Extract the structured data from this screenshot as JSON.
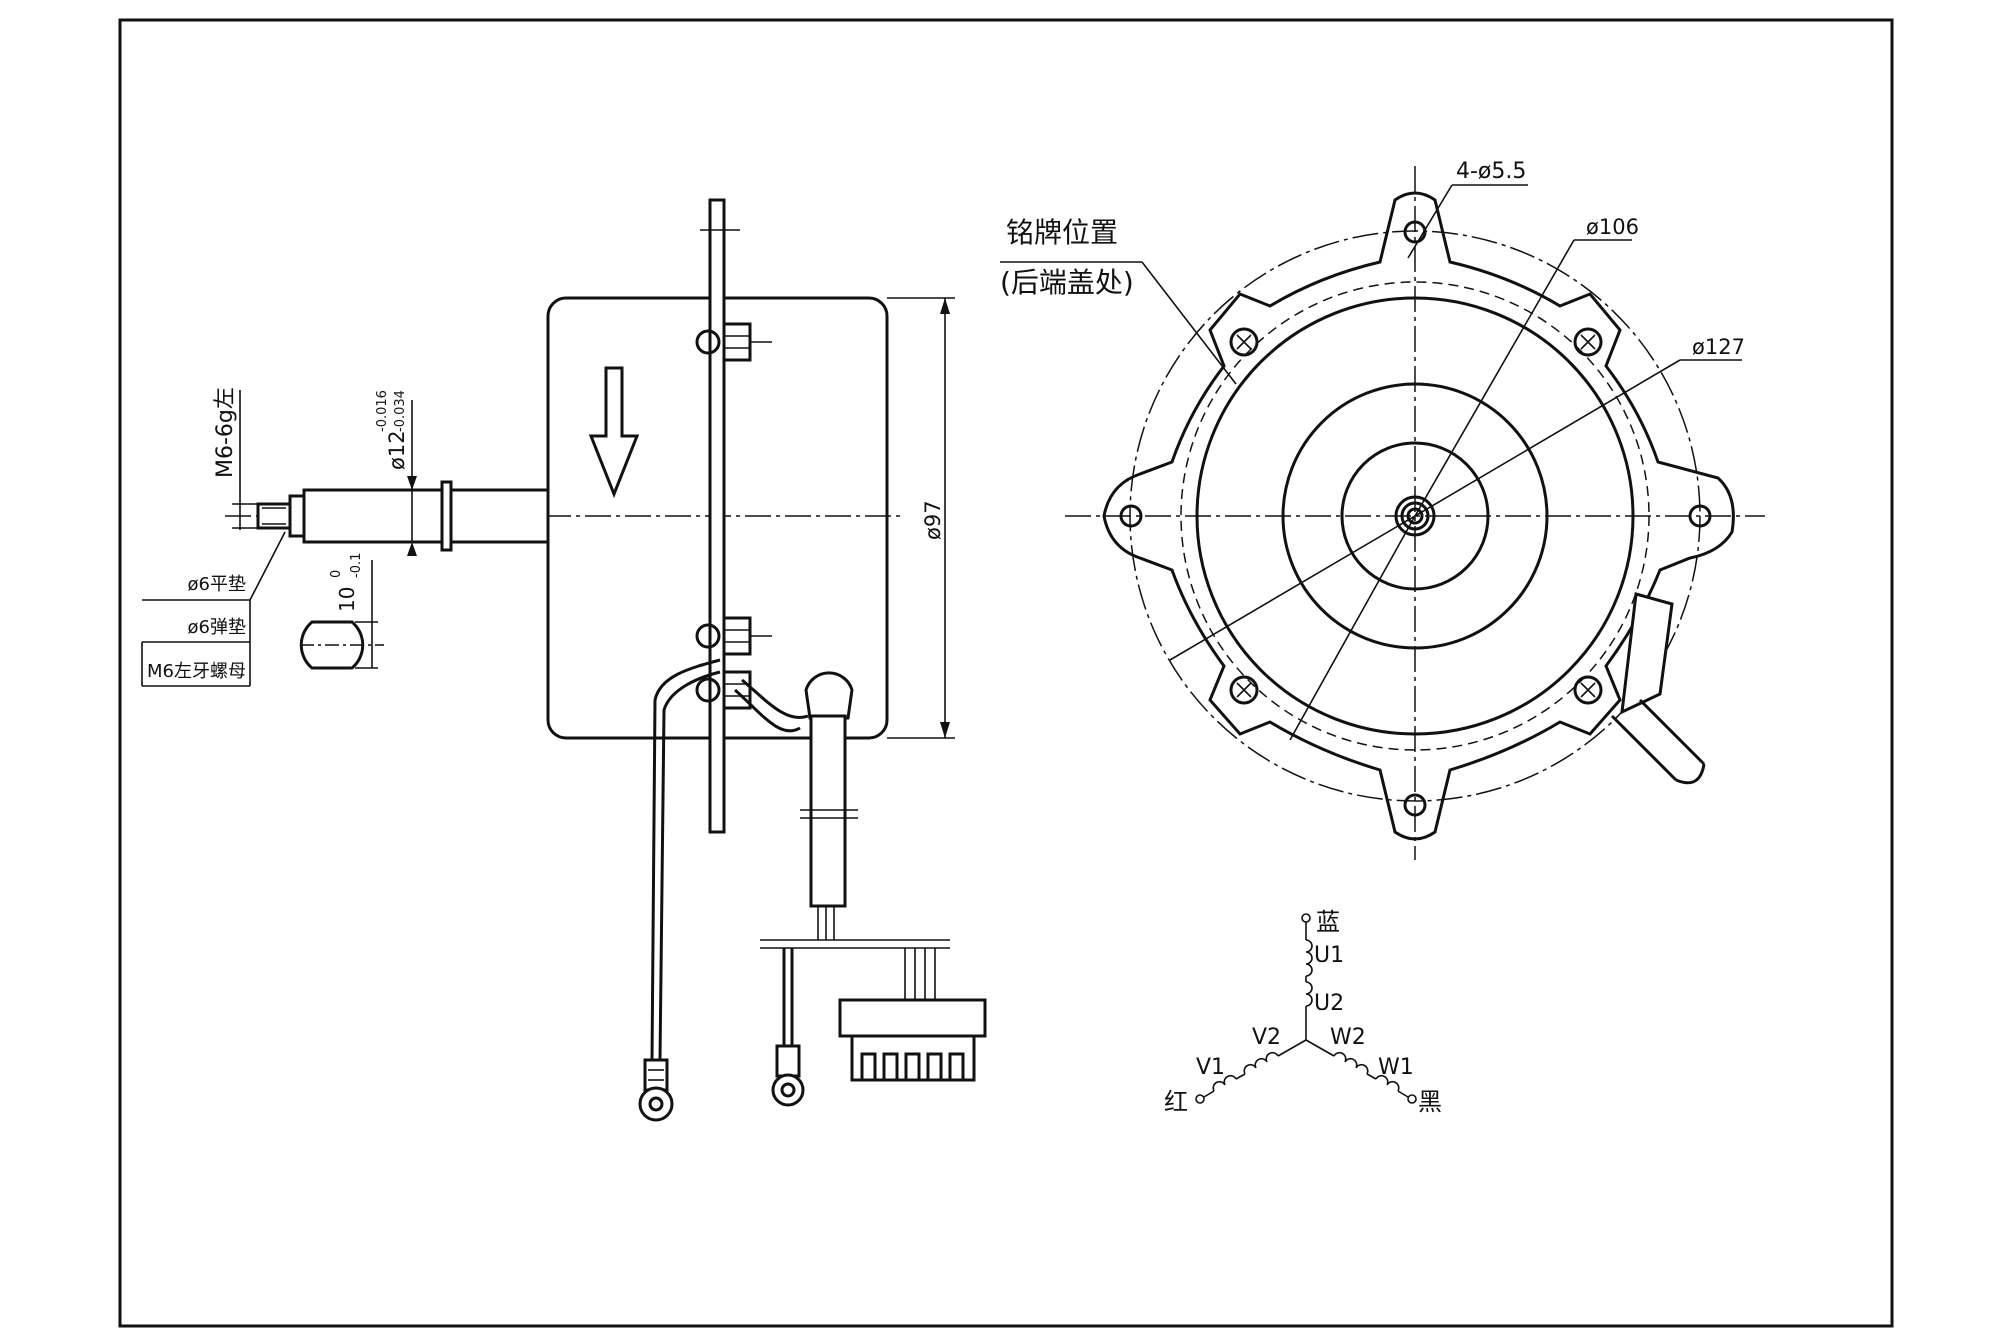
{
  "labels": {
    "nameplate_line1": "铭牌位置",
    "nameplate_line2": "(后端盖处)",
    "holes": "4-ø5.5",
    "d106": "ø106",
    "d127": "ø127",
    "d97": "ø97",
    "thread": "M6-6g左",
    "shaft_dia": "ø12",
    "shaft_tol_upper": "-0.016",
    "shaft_tol_lower": "-0.034",
    "flat_dim": "10",
    "flat_tol_upper": "0",
    "flat_tol_lower": "-0.1"
  },
  "parts_table": [
    "ø6平垫",
    "ø6弹垫",
    "M6左牙螺母"
  ],
  "wiring": {
    "blue": "蓝",
    "red": "红",
    "black": "黑",
    "U1": "U1",
    "U2": "U2",
    "V1": "V1",
    "V2": "V2",
    "W1": "W1",
    "W2": "W2"
  }
}
